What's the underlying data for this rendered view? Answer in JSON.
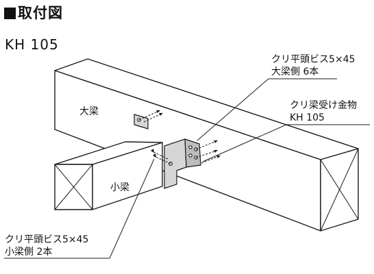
{
  "header": {
    "title": "取付図",
    "model": "KH 105"
  },
  "labels": {
    "main_beam": "大梁",
    "sub_beam": "小梁",
    "screw_main_line1": "クリ平頭ビス5×45",
    "screw_main_line2": "大梁側 6本",
    "hardware_line1": "クリ梁受け金物",
    "hardware_line2": "KH 105",
    "screw_sub_line1": "クリ平頭ビス5×45",
    "screw_sub_line2": "小梁側 2本"
  },
  "colors": {
    "line": "#1a1a1a",
    "metal": "#d6d6d6",
    "metal_dark": "#9a9a9a",
    "background": "#ffffff"
  }
}
